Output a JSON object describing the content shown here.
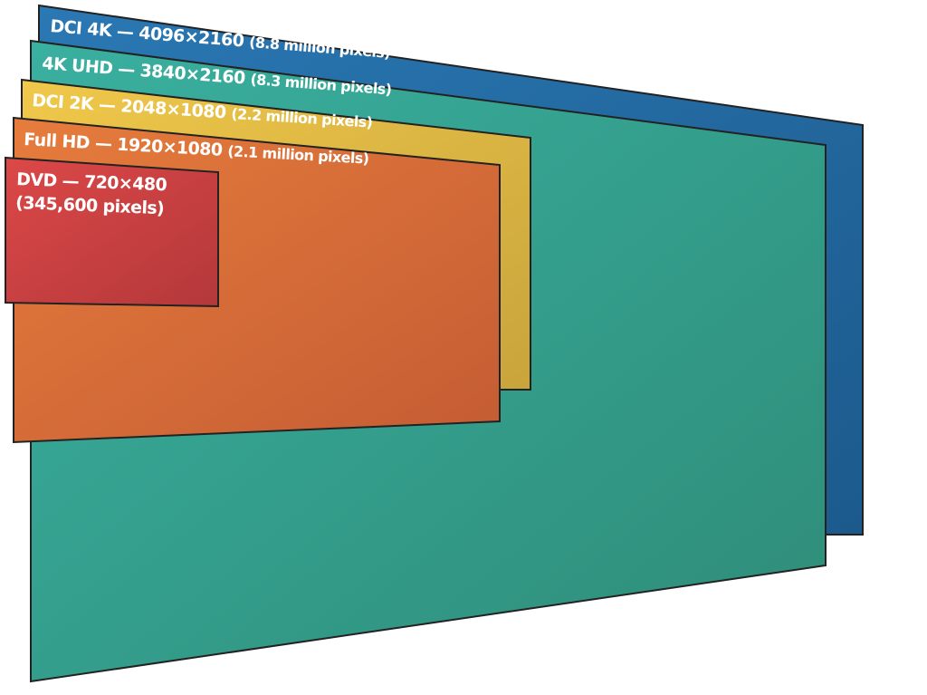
{
  "diagram": {
    "layers": [
      {
        "id": "dci-4k",
        "name": "DCI 4K",
        "dimensions": "4096×2160",
        "pixels": "(8.8 million pixels)",
        "color_start": "#2a78b4",
        "color_end": "#1c5a8c"
      },
      {
        "id": "uhd-4k",
        "name": "4K UHD",
        "dimensions": "3840×2160",
        "pixels": "(8.3 million pixels)",
        "color_start": "#3ab0a0",
        "color_end": "#2e8c78"
      },
      {
        "id": "dci-2k",
        "name": "DCI 2K",
        "dimensions": "2048×1080",
        "pixels": "(2.2 million pixels)",
        "color_start": "#f0c84a",
        "color_end": "#c8a43c"
      },
      {
        "id": "full-hd",
        "name": "Full HD",
        "dimensions": "1920×1080",
        "pixels": "(2.1 million pixels)",
        "color_start": "#e67c3c",
        "color_end": "#c45c34"
      },
      {
        "id": "dvd",
        "name": "DVD",
        "dimensions": "720×480",
        "pixels": "(345,600 pixels)",
        "color_start": "#dc4848",
        "color_end": "#b4383a"
      }
    ],
    "separator": " — "
  }
}
